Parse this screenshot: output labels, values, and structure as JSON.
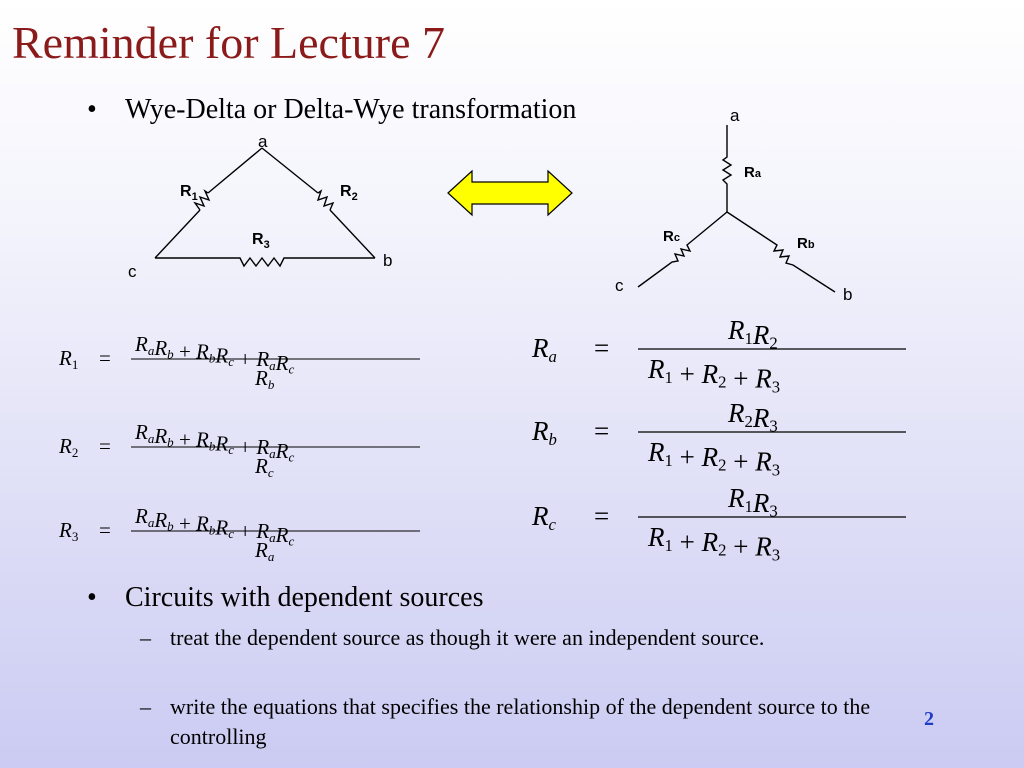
{
  "slide": {
    "title": "Reminder for Lecture 7",
    "bullet1": "Wye-Delta or Delta-Wye transformation",
    "bullet2": "Circuits with dependent sources",
    "sub1": "treat the dependent source as though it were an independent source.",
    "sub2": "write the equations that specifies the relationship of  the dependent source to the controlling",
    "page_number": "2",
    "bullet_symbol": "•",
    "dash_symbol": "–"
  },
  "delta": {
    "node_a": "a",
    "node_b": "b",
    "node_c": "c",
    "r1": "R",
    "r1_sub": "1",
    "r2": "R",
    "r2_sub": "2",
    "r3": "R",
    "r3_sub": "3"
  },
  "wye": {
    "node_a": "a",
    "node_b": "b",
    "node_c": "c",
    "ra": "R",
    "ra_sub": "a",
    "rb": "R",
    "rb_sub": "b",
    "rc": "R",
    "rc_sub": "c"
  },
  "arrow_color": "#ffff00",
  "equations_left": [
    {
      "lhs": "R",
      "lhs_sub": "1",
      "num": "RaRb + RbRc + RaRc",
      "den": "R",
      "den_sub": "b"
    },
    {
      "lhs": "R",
      "lhs_sub": "2",
      "num": "RaRb + RbRc + RaRc",
      "den": "R",
      "den_sub": "c"
    },
    {
      "lhs": "R",
      "lhs_sub": "3",
      "num": "RaRb + RbRc + RaRc",
      "den": "R",
      "den_sub": "a"
    }
  ],
  "equations_right": [
    {
      "lhs": "R",
      "lhs_sub": "a",
      "num": "R1R2",
      "den": "R1 + R2 + R3"
    },
    {
      "lhs": "R",
      "lhs_sub": "b",
      "num": "R2R3",
      "den": "R1 + R2 + R3"
    },
    {
      "lhs": "R",
      "lhs_sub": "c",
      "num": "R1R3",
      "den": "R1 + R2 + R3"
    }
  ]
}
